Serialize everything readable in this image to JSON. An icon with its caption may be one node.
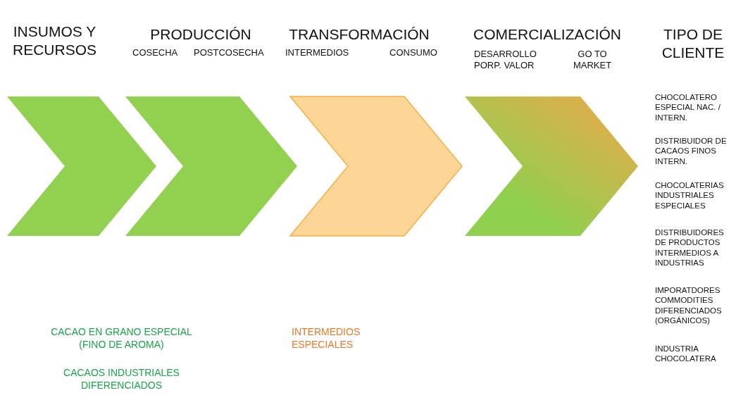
{
  "diagram": {
    "nodes": [
      {
        "text": [],
        "shape": "chevron"
      },
      {
        "text": [],
        "shape": "chevron"
      },
      {
        "text": [],
        "shape": "chevron"
      },
      {
        "text": [],
        "shape": "chevron"
      }
    ],
    "labels": [
      "INSUMOS Y RECURSOS",
      "PRODUCCIÓN",
      "COSECHA",
      "POSTCOSECHA",
      "TRANSFORMACIÓN",
      "INTERMEDIOS",
      "CONSUMO",
      "COMERCIALIZACIÓN",
      "DESARROLLO PORP. VALOR",
      "GO TO MARKET",
      "TIPO DE CLIENTE",
      "CHOCOLATERO ESPECIAL NAC. / INTERN.",
      "DISTRIBUIDOR DE CACAOS FINOS INTERN.",
      "CHOCOLATERIAS INDUSTRIALES ESPECIALES",
      "DISTRIBUIDORES DE PRODUCTOS INTERMEDIOS A INDUSTRIAS",
      "IMPORATDORES COMMODITIES DIFERENCIADOS (ORGÁNICOS)",
      "INDUSTRIA CHOCOLATERA",
      "CACAO EN GRANO ESPECIAL (FINO DE AROMA)",
      "CACAOS INDUSTRIALES DIFERENCIADOS",
      "INTERMEDIOS ESPECIALES"
    ]
  }
}
